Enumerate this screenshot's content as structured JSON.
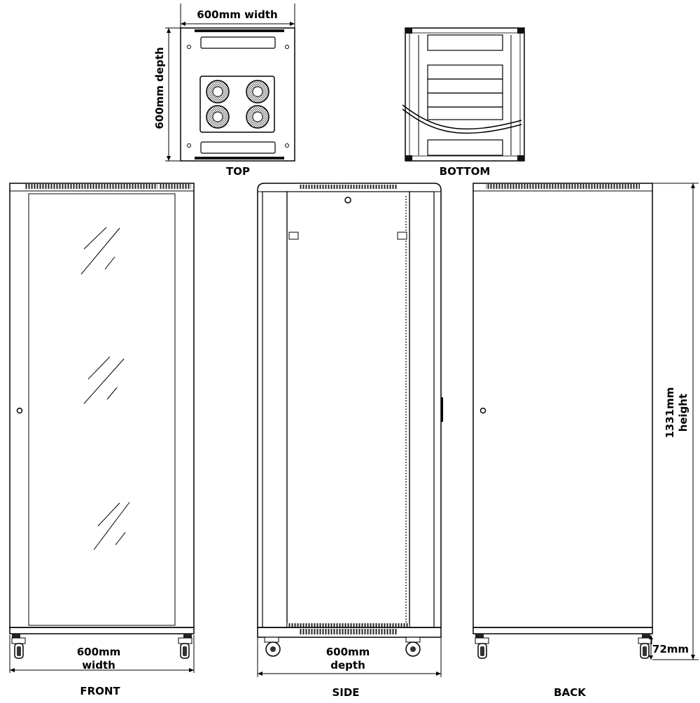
{
  "diagram": {
    "views": {
      "top": "TOP",
      "bottom": "BOTTOM",
      "front": "FRONT",
      "side": "SIDE",
      "back": "BACK"
    },
    "dimensions": {
      "top_width": "600mm width",
      "top_depth": "600mm depth",
      "front_width_value": "600mm",
      "front_width_word": "width",
      "side_depth_value": "600mm",
      "side_depth_word": "depth",
      "height_value": "1331mm",
      "height_word": "height",
      "foot": "72mm"
    }
  }
}
